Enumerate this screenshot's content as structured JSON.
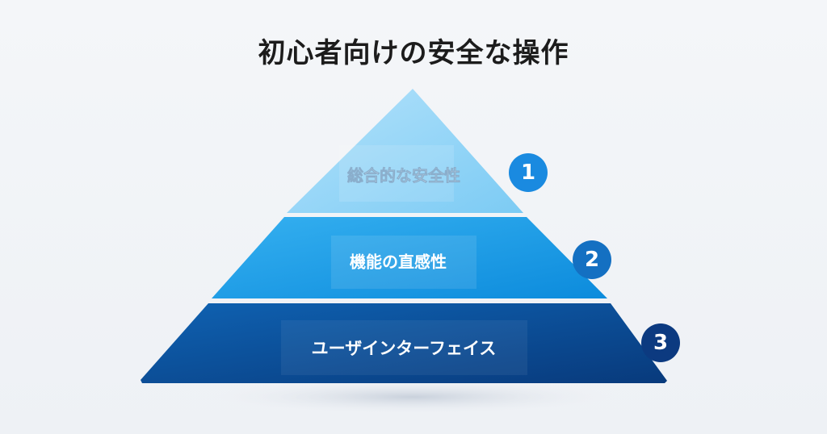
{
  "title": "初心者向けの安全な操作",
  "tiers": [
    {
      "label": "総合的な安全性",
      "number": "1",
      "color_top": "#b3e2fb",
      "color_bottom": "#7ccbf4",
      "badge_color": "#1a8ae0"
    },
    {
      "label": "機能の直感性",
      "number": "2",
      "color_top": "#35b0f0",
      "color_bottom": "#0c8bdc",
      "badge_color": "#1470c2"
    },
    {
      "label": "ユーザインターフェイス",
      "number": "3",
      "color_top": "#0f62b2",
      "color_bottom": "#083a7c",
      "badge_color": "#0c3a80"
    }
  ]
}
